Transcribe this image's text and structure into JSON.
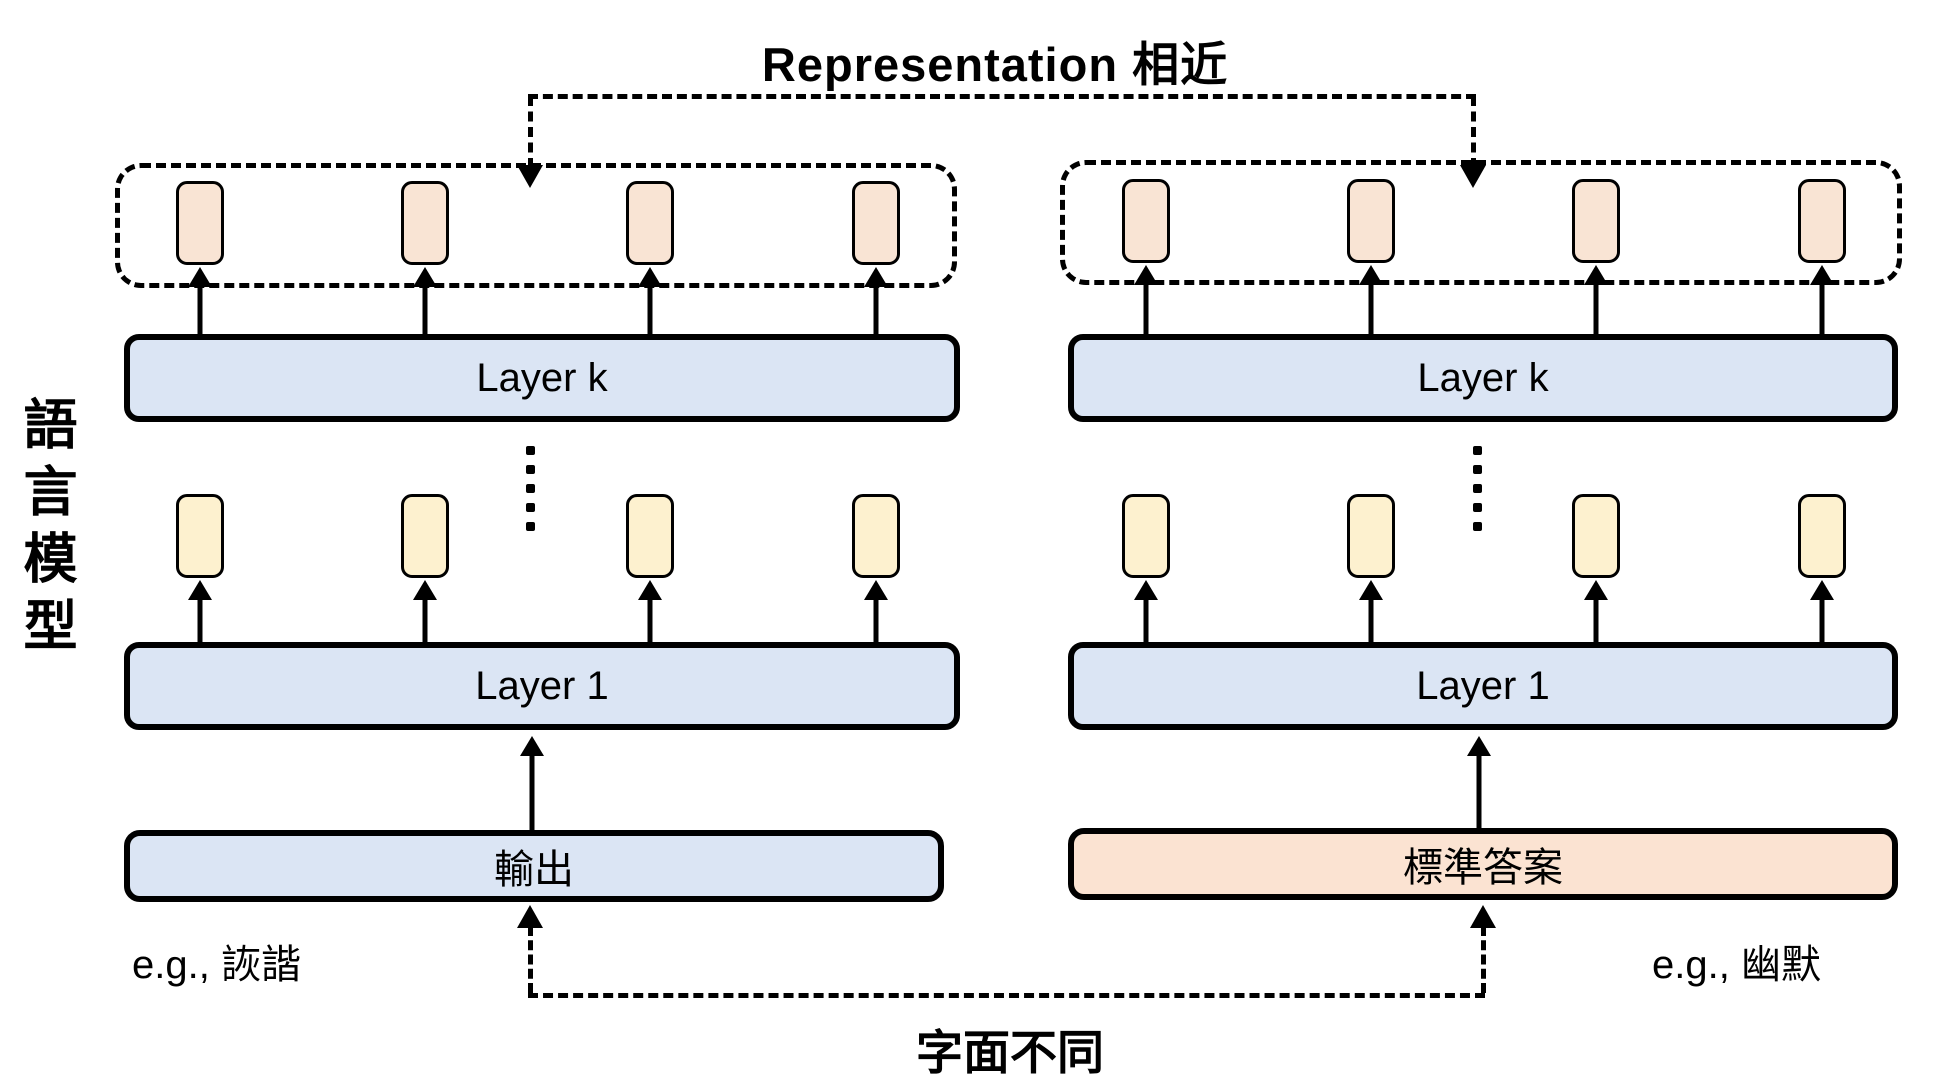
{
  "title": {
    "text": "Representation 相近"
  },
  "side_label": {
    "text": "語言模型"
  },
  "bottom_label": {
    "text": "字面不同"
  },
  "stacks": {
    "left": {
      "layer_k_label": "Layer k",
      "layer_1_label": "Layer 1",
      "bottom_box_label": "輸出",
      "example_label": "e.g., 詼諧",
      "tokens_per_row": 4
    },
    "right": {
      "layer_k_label": "Layer k",
      "layer_1_label": "Layer 1",
      "bottom_box_label": "標準答案",
      "example_label": "e.g., 幽默",
      "tokens_per_row": 4
    }
  },
  "connectors": {
    "top_meaning": "Representation 相近",
    "bottom_meaning": "字面不同"
  },
  "colors": {
    "layer_box_fill": "#dbe5f4",
    "output_box_fill": "#dbe5f4",
    "answer_box_fill": "#fbe3d2",
    "token_top_fill": "#f9e4d4",
    "token_mid_fill": "#fdf1cf",
    "line_color": "#000000"
  }
}
